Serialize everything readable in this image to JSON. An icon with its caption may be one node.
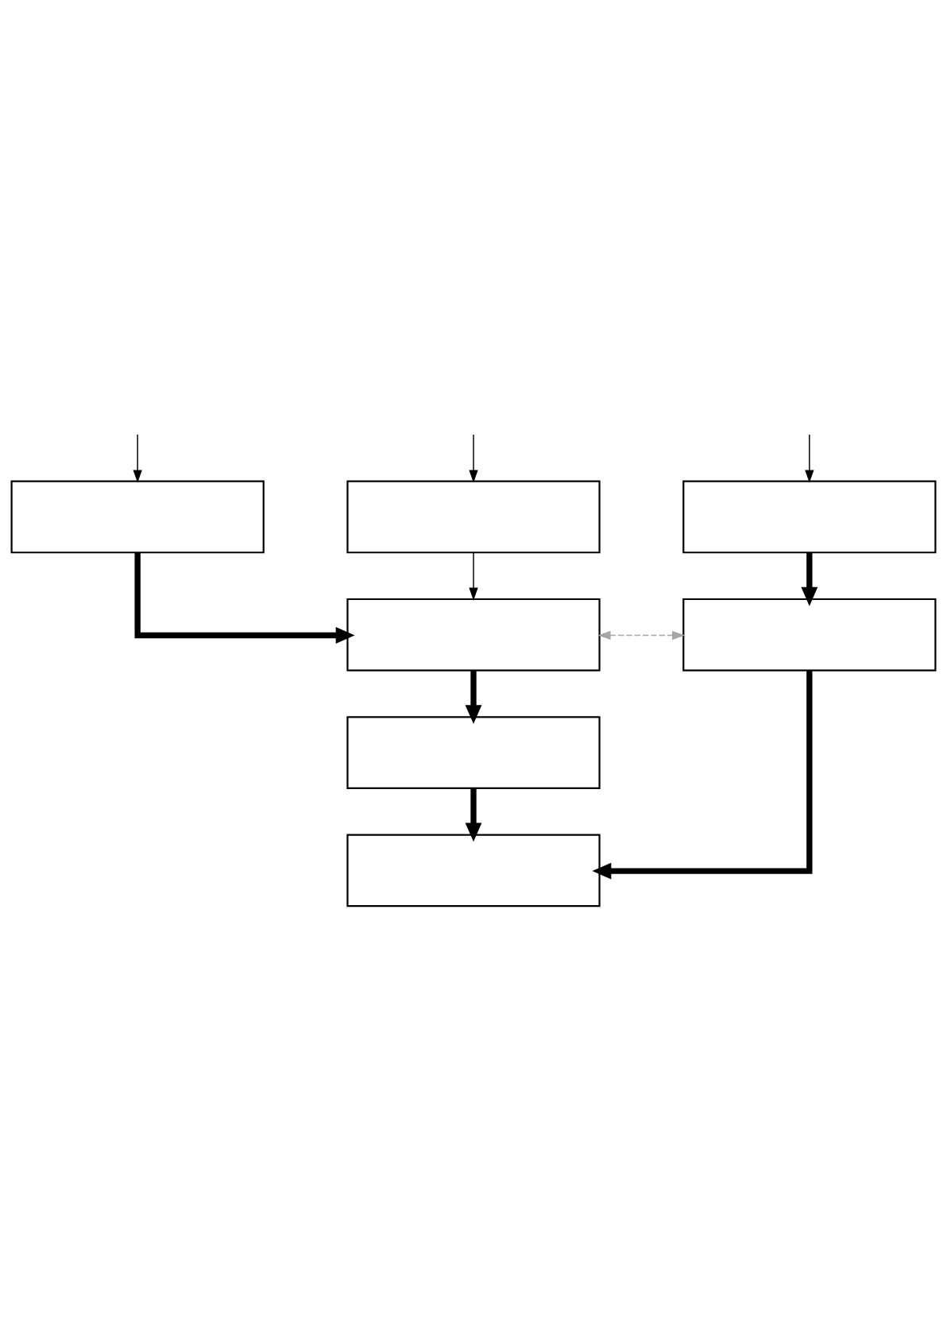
{
  "diagram": {
    "nodes": [
      {
        "text": [],
        "shape": "box"
      },
      {
        "text": [],
        "shape": "box"
      },
      {
        "text": [],
        "shape": "box"
      },
      {
        "text": [],
        "shape": "box"
      },
      {
        "text": [],
        "shape": "box"
      },
      {
        "text": [],
        "shape": "box"
      },
      {
        "text": [],
        "shape": "box"
      }
    ],
    "edges": [
      {
        "from": null,
        "to": 0,
        "arrow": "to"
      },
      {
        "from": null,
        "to": 1,
        "arrow": "to"
      },
      {
        "from": null,
        "to": 2,
        "arrow": "to"
      },
      {
        "from": 0,
        "to": 3,
        "arrow": "to",
        "style": "thick"
      },
      {
        "from": 1,
        "to": 3,
        "arrow": "to"
      },
      {
        "from": 2,
        "to": 4,
        "arrow": "to",
        "style": "thick"
      },
      {
        "from": 3,
        "to": 4,
        "arrow": "both",
        "style": "dashed",
        "color": "#a6a6a6"
      },
      {
        "from": 3,
        "to": 5,
        "arrow": "to",
        "style": "thick"
      },
      {
        "from": 4,
        "to": 6,
        "arrow": "to",
        "style": "thick"
      },
      {
        "from": 5,
        "to": 6,
        "arrow": "to",
        "style": "thick"
      }
    ]
  }
}
